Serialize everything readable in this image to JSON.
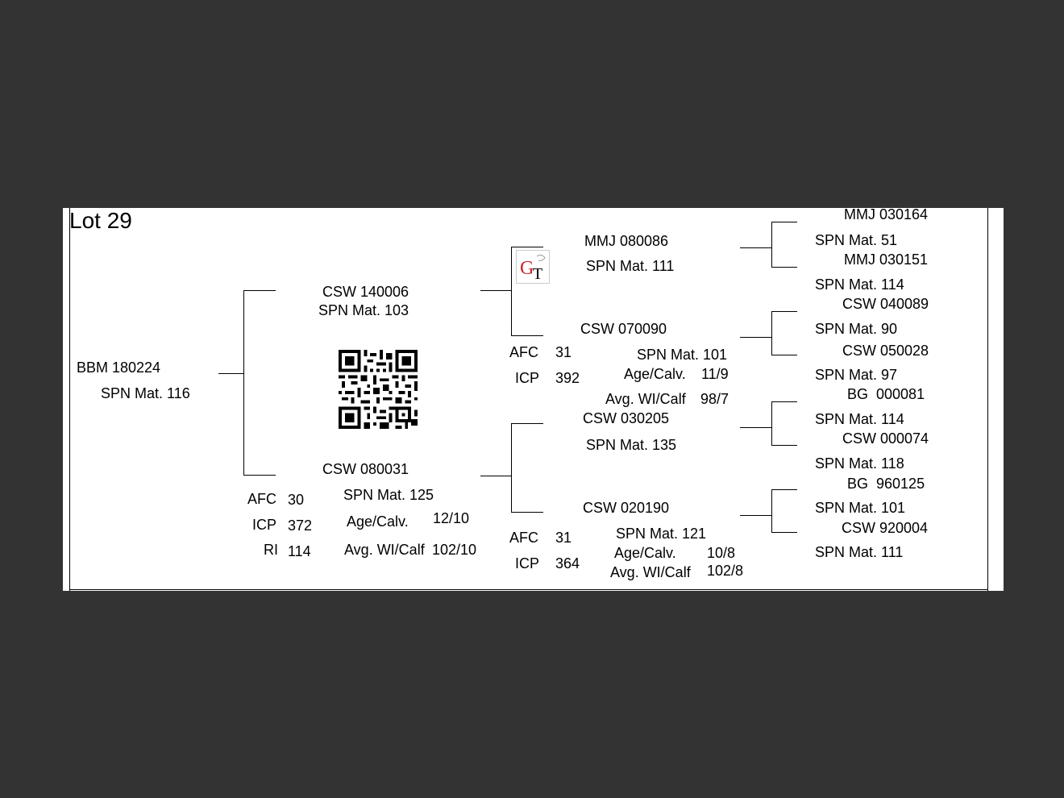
{
  "lot": "Lot 29",
  "subject": {
    "id": "BBM 180224",
    "mat": "SPN Mat. 116"
  },
  "sire": {
    "id": "CSW 140006",
    "mat": "SPN Mat. 103"
  },
  "dam": {
    "id": "CSW 080031",
    "mat": "SPN Mat. 125",
    "afc_label": "AFC",
    "afc": "30",
    "icp_label": "ICP",
    "icp": "372",
    "ri_label": "RI",
    "ri": "114",
    "agecalv_label": "Age/Calv.",
    "agecalv": "12/10",
    "avgwi_label": "Avg. WI/Calf",
    "avgwi": "102/10"
  },
  "gen2": {
    "ss": {
      "id": "MMJ 080086",
      "mat": "SPN Mat. 111"
    },
    "sd": {
      "id": "CSW 070090",
      "mat": "SPN Mat. 101",
      "afc_label": "AFC",
      "afc": "31",
      "icp_label": "ICP",
      "icp": "392",
      "agecalv_label": "Age/Calv.",
      "agecalv": "11/9",
      "avgwi_label": "Avg. WI/Calf",
      "avgwi": "98/7"
    },
    "ds": {
      "id": "CSW 030205",
      "mat": "SPN Mat. 135"
    },
    "dd": {
      "id": "CSW 020190",
      "mat": "SPN Mat. 121",
      "afc_label": "AFC",
      "afc": "31",
      "icp_label": "ICP",
      "icp": "364",
      "agecalv_label": "Age/Calv.",
      "agecalv": "10/8",
      "avgwi_label": "Avg. WI/Calf",
      "avgwi": "102/8"
    }
  },
  "gen3": [
    {
      "id": "MMJ 030164",
      "mat": "SPN Mat. 51"
    },
    {
      "id": "MMJ 030151",
      "mat": "SPN Mat. 114"
    },
    {
      "id": "CSW 040089",
      "mat": "SPN Mat. 90"
    },
    {
      "id": "CSW 050028",
      "mat": "SPN Mat. 97"
    },
    {
      "id": "BG  000081",
      "mat": "SPN Mat. 114"
    },
    {
      "id": "CSW 000074",
      "mat": "SPN Mat. 118"
    },
    {
      "id": "BG  960125",
      "mat": "SPN Mat. 101"
    },
    {
      "id": "CSW 920004",
      "mat": "SPN Mat. 111"
    }
  ],
  "icons": {
    "qr": "qr-code-icon",
    "logo": "gt-logo-icon"
  },
  "colors": {
    "logo_red": "#c8262c"
  }
}
